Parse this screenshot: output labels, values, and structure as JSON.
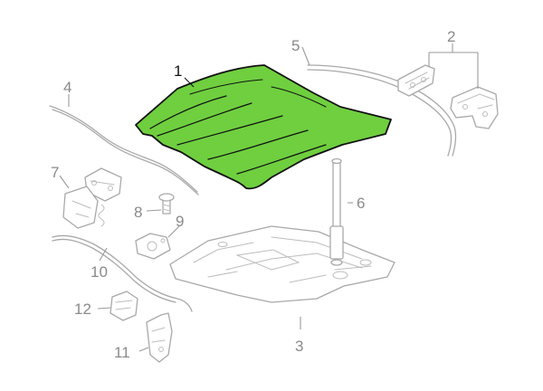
{
  "diagram": {
    "highlight_color": "#6fcf3f",
    "outline_color": "#111111",
    "part_color": "#a9a9a9",
    "callouts": [
      {
        "id": "c1",
        "label": "1"
      },
      {
        "id": "c2",
        "label": "2"
      },
      {
        "id": "c3",
        "label": "3"
      },
      {
        "id": "c4",
        "label": "4"
      },
      {
        "id": "c5",
        "label": "5"
      },
      {
        "id": "c6",
        "label": "6"
      },
      {
        "id": "c7",
        "label": "7"
      },
      {
        "id": "c8",
        "label": "8"
      },
      {
        "id": "c9",
        "label": "9"
      },
      {
        "id": "c10",
        "label": "10"
      },
      {
        "id": "c11",
        "label": "11"
      },
      {
        "id": "c12",
        "label": "12"
      }
    ]
  }
}
